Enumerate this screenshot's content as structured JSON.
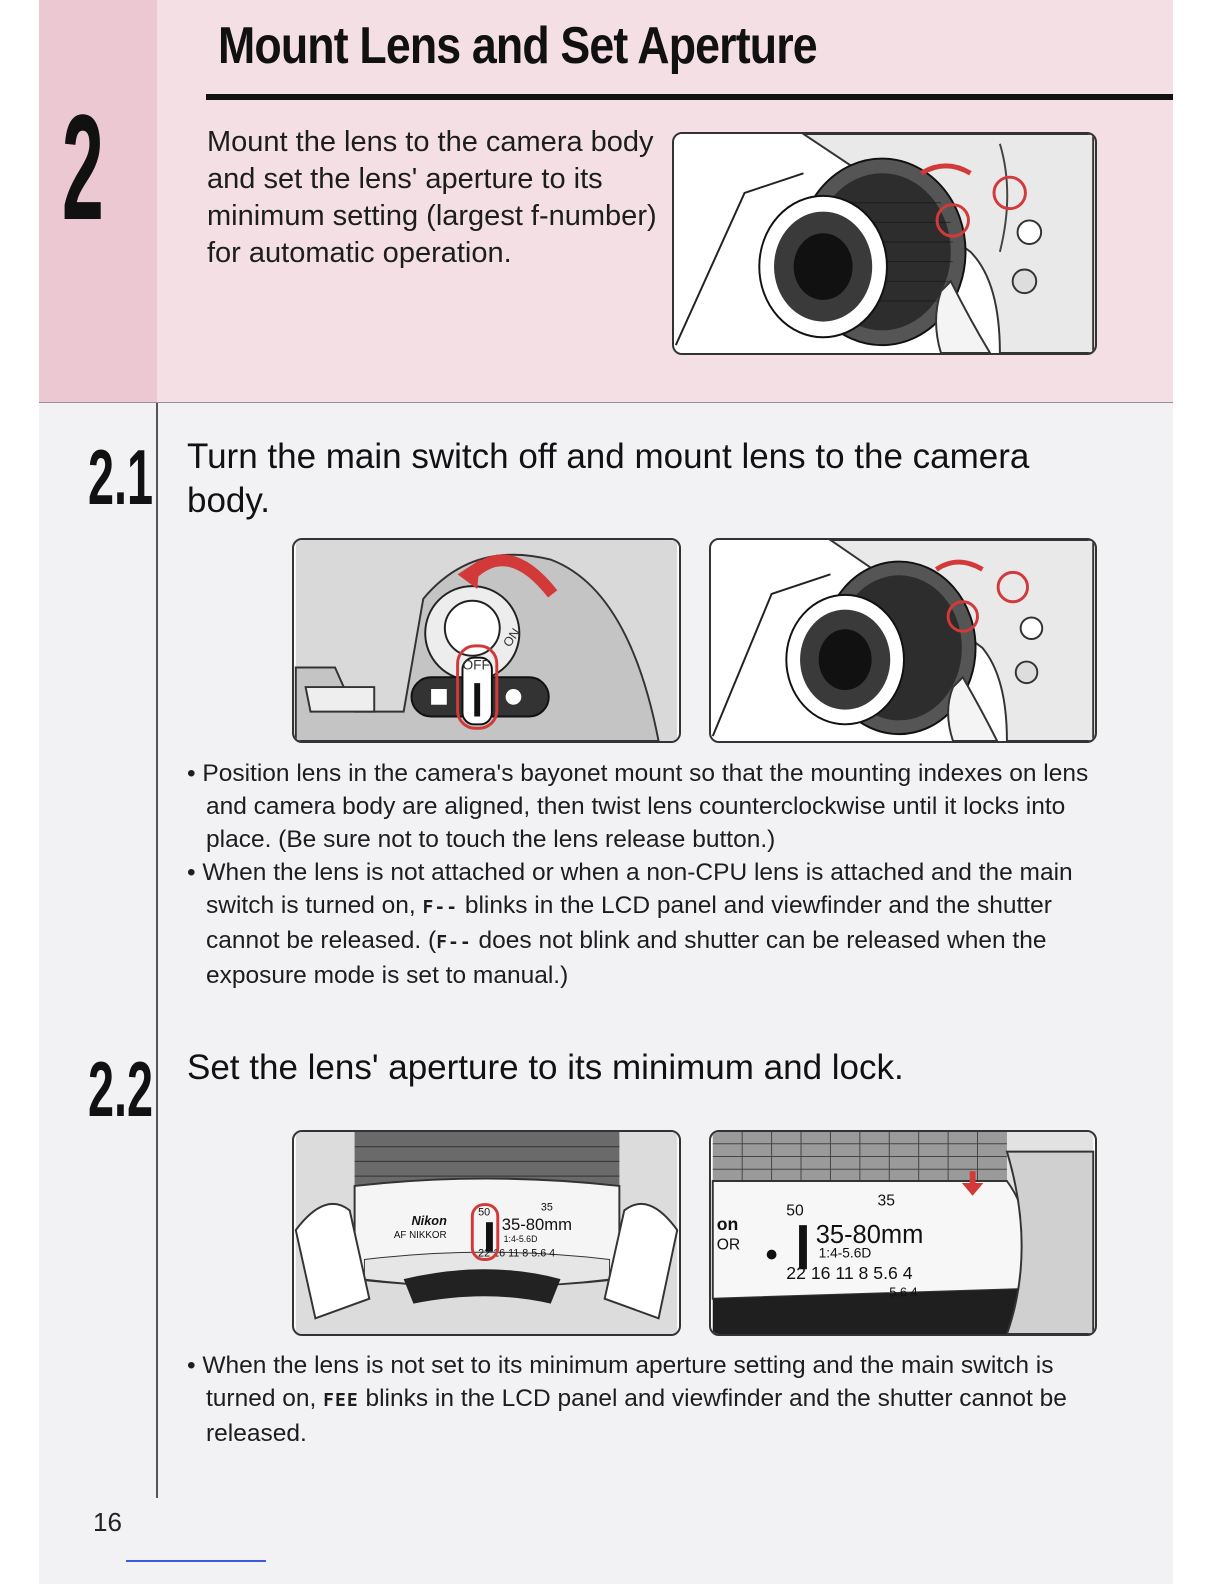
{
  "page": {
    "title": "Mount Lens and Set Aperture",
    "step_number": "2",
    "intro": "Mount the lens to the camera body and set the lens' aperture to its minimum setting (largest f-number) for automatic operation.",
    "page_number": "16"
  },
  "steps": [
    {
      "number": "2.1",
      "heading": "Turn the main switch off and mount lens to the camera body.",
      "figure_labels": {
        "switch_off": "OFF",
        "switch_on": "ON"
      },
      "bullets": [
        {
          "text": "Position lens in the camera's bayonet mount so that the mounting indexes on lens and camera body are aligned, then twist lens counterclockwise until it locks into place. (Be sure not to touch the lens release button.)"
        },
        {
          "part1": "When the lens is not attached or when a non-CPU lens is attached and the main switch is turned on,",
          "lcd1": "F--",
          "part2": "blinks in the LCD panel and viewfinder and the shutter cannot be released. (",
          "lcd2": "F--",
          "part3": "does not blink and shutter can be released when the exposure mode is set to manual.)"
        }
      ]
    },
    {
      "number": "2.2",
      "heading": "Set the lens' aperture to its minimum and lock.",
      "figure_labels": {
        "brand": "Nikon",
        "lens_line": "AF NIKKOR",
        "zoom": "35-80mm",
        "max_aperture": "1:4-5.6D",
        "focal_50": "50",
        "focal_35": "35",
        "apertures": "22 16 11 8 5.6 4",
        "ap_small": "5.6  4",
        "close_crop_left": "on",
        "close_crop_left2": "OR"
      },
      "bullets": [
        {
          "part1": "When the lens is not set to its minimum aperture setting and the main switch is turned on,",
          "lcd1": "FEE",
          "part2": "blinks in the LCD panel and viewfinder and the shutter cannot be released."
        }
      ]
    }
  ],
  "colors": {
    "band": "#f3dfe4",
    "band_side": "#ecc9d2",
    "page": "#f2f1f4",
    "highlight": "#d23a3a"
  }
}
